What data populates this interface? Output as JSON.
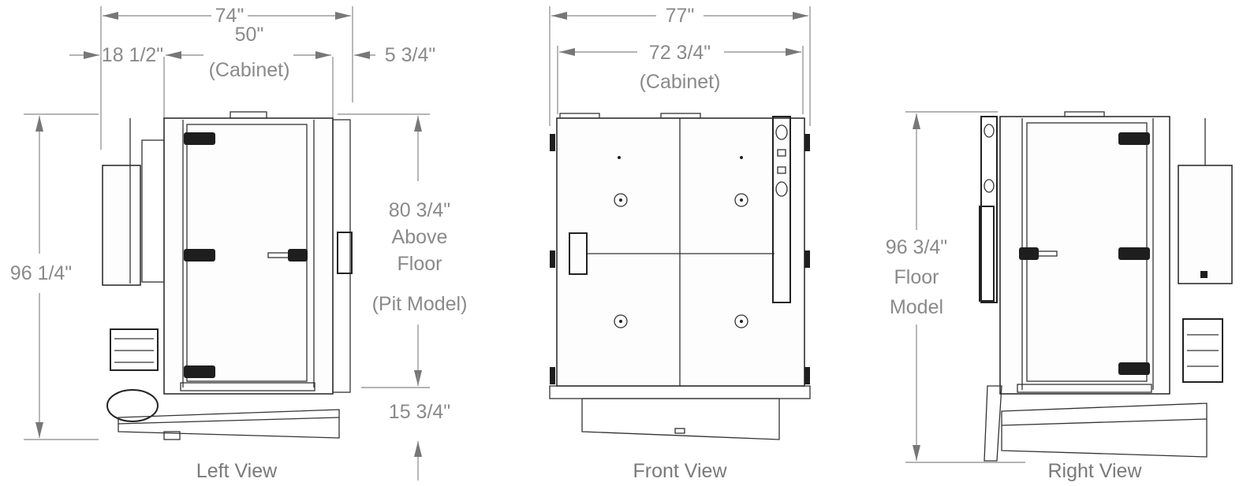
{
  "views": {
    "left": {
      "caption": "Left View",
      "overall_width": "74\"",
      "cabinet_width": "50\"",
      "cabinet_label": "(Cabinet)",
      "left_offset": "18 1/2\"",
      "right_offset": "5 3/4\"",
      "overall_height": "96 1/4\"",
      "above_floor_line1": "80 3/4\"",
      "above_floor_line2": "Above",
      "above_floor_line3": "Floor",
      "above_floor_line4": "(Pit Model)",
      "pit_depth": "15 3/4\""
    },
    "front": {
      "caption": "Front View",
      "overall_width": "77\"",
      "cabinet_width": "72 3/4\"",
      "cabinet_label": "(Cabinet)"
    },
    "right": {
      "caption": "Right View",
      "height_line1": "96 3/4\"",
      "height_line2": "Floor",
      "height_line3": "Model"
    }
  }
}
